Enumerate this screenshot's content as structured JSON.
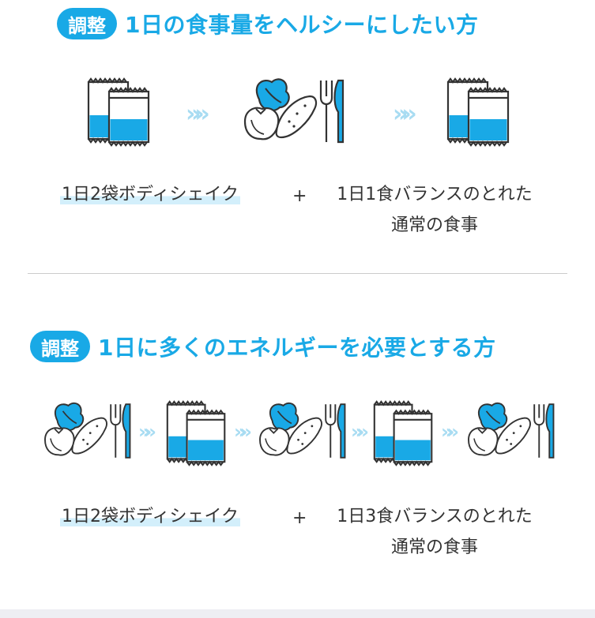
{
  "section1": {
    "badge": "調整",
    "title": "1日の食事量をヘルシーにしたい方",
    "left_label": "1日2袋ボディシェイク",
    "plus": "+",
    "right_label_line1": "1日1食バランスのとれた",
    "right_label_line2": "通常の食事",
    "sequence": [
      "shake-bags-icon",
      "arrows-icon",
      "meal-icon",
      "arrows-icon",
      "shake-bags-icon"
    ]
  },
  "section2": {
    "badge": "調整",
    "title": "1日に多くのエネルギーを必要とする方",
    "left_label": "1日2袋ボディシェイク",
    "plus": "+",
    "right_label_line1": "1日3食バランスのとれた",
    "right_label_line2": "通常の食事",
    "sequence": [
      "meal-icon",
      "arrows-icon",
      "shake-bags-icon",
      "arrows-icon",
      "meal-icon",
      "arrows-icon",
      "shake-bags-icon",
      "arrows-icon",
      "meal-icon"
    ]
  },
  "arrow_glyph": "»»",
  "colors": {
    "accent": "#19a9e6",
    "arrow": "#a8dcf2",
    "highlight": "#d3effb",
    "text": "#333333",
    "icon_line": "#333333"
  }
}
